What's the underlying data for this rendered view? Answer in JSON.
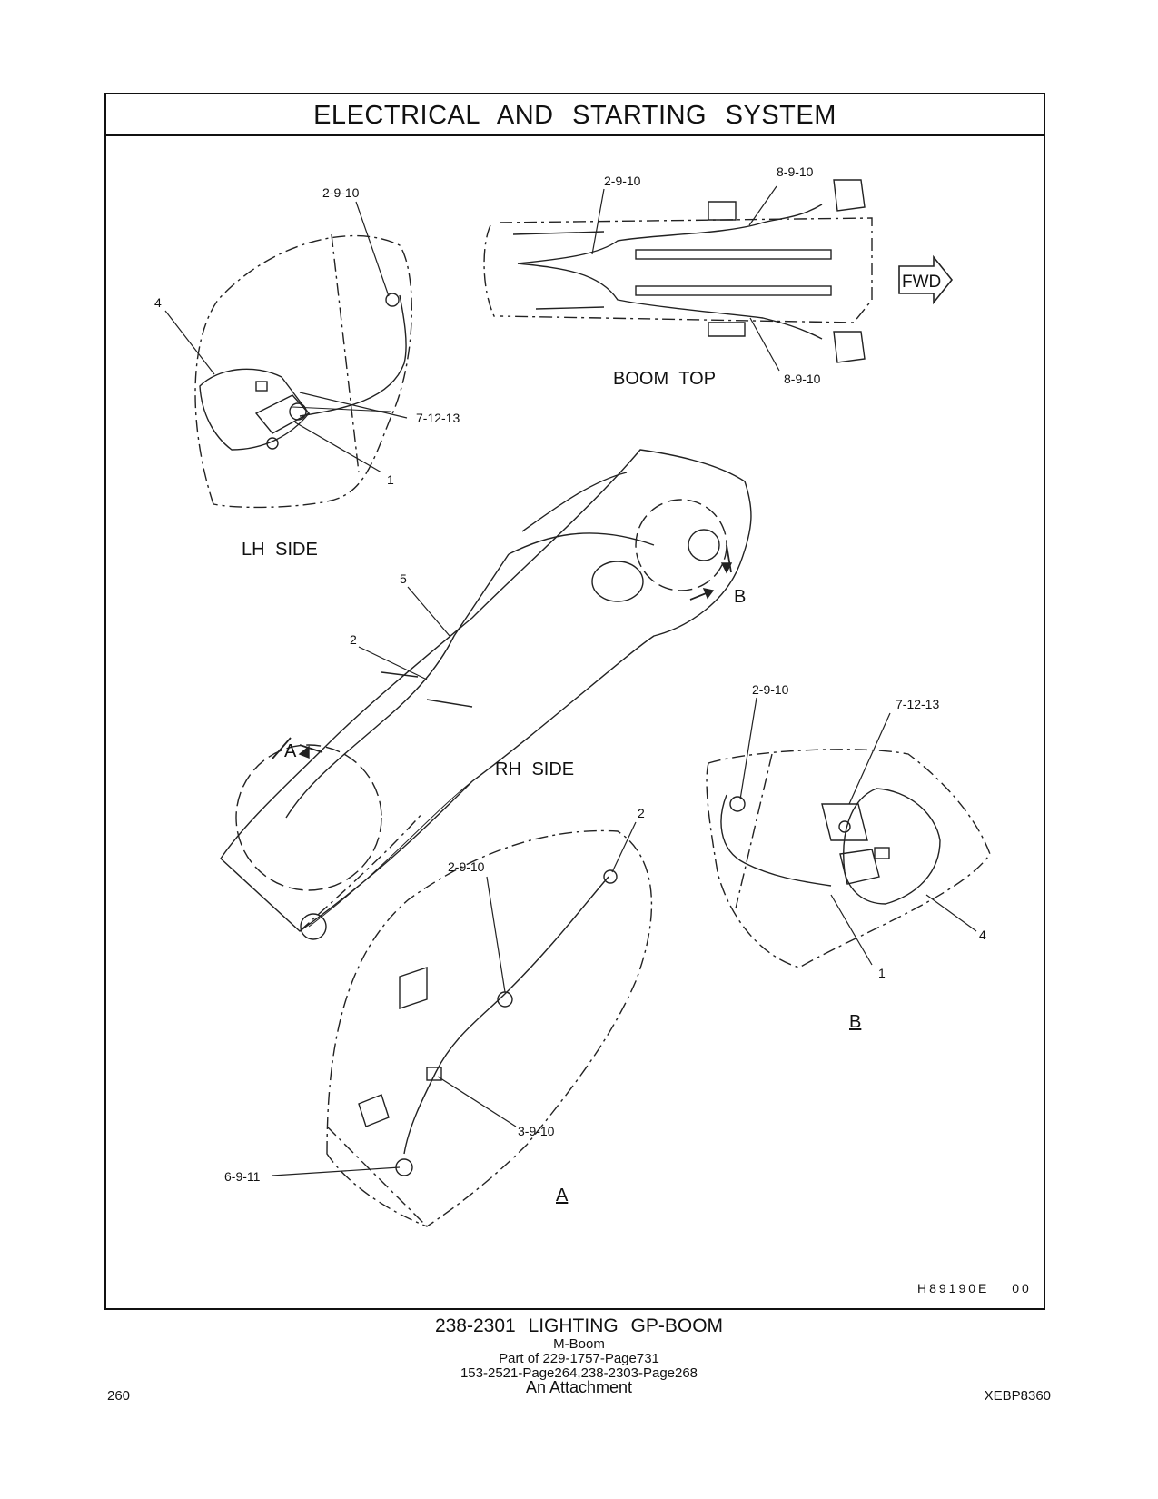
{
  "title": "ELECTRICAL AND STARTING SYSTEM",
  "views": {
    "lh_side": "LH SIDE",
    "rh_side": "RH SIDE",
    "boom_top": "BOOM TOP",
    "fwd": "FWD",
    "detail_a": "A",
    "detail_b": "B",
    "callout_a": "A",
    "callout_b": "B"
  },
  "callouts": {
    "lh_2910": "2-9-10",
    "lh_4": "4",
    "lh_71213": "7-12-13",
    "lh_1": "1",
    "top_2910": "2-9-10",
    "top_8910_a": "8-9-10",
    "top_8910_b": "8-9-10",
    "rh_5": "5",
    "rh_2": "2",
    "b_2910": "2-9-10",
    "b_71213": "7-12-13",
    "b_4": "4",
    "b_1": "1",
    "a_2": "2",
    "a_2910": "2-9-10",
    "a_3910": "3-9-10",
    "a_6911": "6-9-11"
  },
  "drawing_number": "H89190E 00",
  "caption": {
    "main": "238-2301 LIGHTING GP-BOOM",
    "line1": "M-Boom",
    "line2": "Part of 229-1757-Page731",
    "line3": "153-2521-Page264,238-2303-Page268",
    "line4": "An Attachment"
  },
  "footer": {
    "page": "260",
    "doc_id": "XEBP8360"
  }
}
